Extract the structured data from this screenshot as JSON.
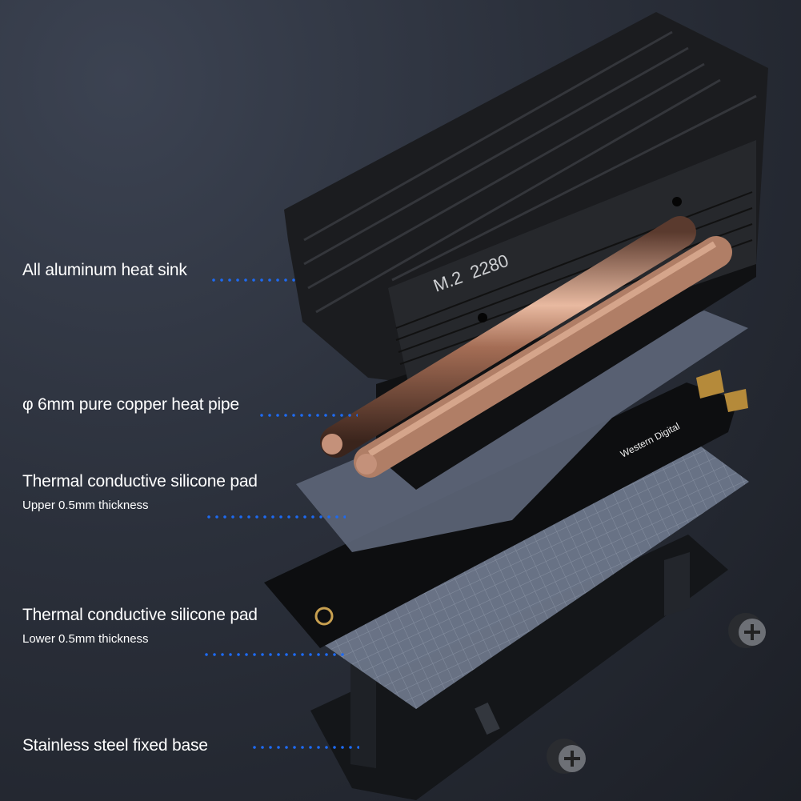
{
  "labels": {
    "heat_sink": "All aluminum heat sink",
    "heat_pipe": "φ 6mm pure copper heat pipe",
    "upper_pad": "Thermal conductive silicone pad",
    "upper_pad_sub": "Upper 0.5mm thickness",
    "lower_pad": "Thermal conductive silicone pad",
    "lower_pad_sub": "Lower 0.5mm thickness",
    "base": "Stainless steel fixed base"
  },
  "product": {
    "heatsink_marking": "M.2  2280",
    "ssd_brand": "Western Digital"
  },
  "colors": {
    "leader_dots": "#1d6af2",
    "copper": "#c08a70"
  }
}
